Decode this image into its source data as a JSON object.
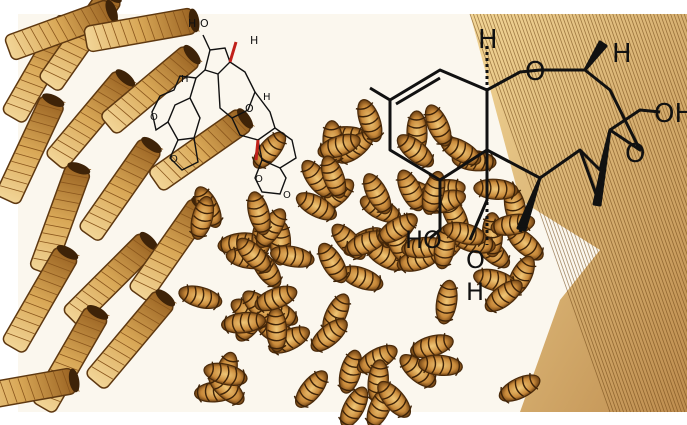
{
  "image": {
    "subject": "pasta-with-molecular-structure-overlay",
    "palette": {
      "pasta_light": "#e7c27a",
      "pasta_mid": "#c9913f",
      "pasta_dark": "#7a4a16",
      "ink": "#111111",
      "paper": "#fbf7ee",
      "oxygen_red": "#c0201a"
    }
  },
  "molecule_small": {
    "labels": [
      "H",
      "O",
      "H",
      "H",
      "O",
      "H",
      "O",
      "O",
      "O",
      "O"
    ]
  },
  "molecule_large": {
    "labels": [
      "H",
      "O",
      "H",
      "O",
      "HO",
      "O",
      "H"
    ],
    "trailing_label": "OH"
  }
}
